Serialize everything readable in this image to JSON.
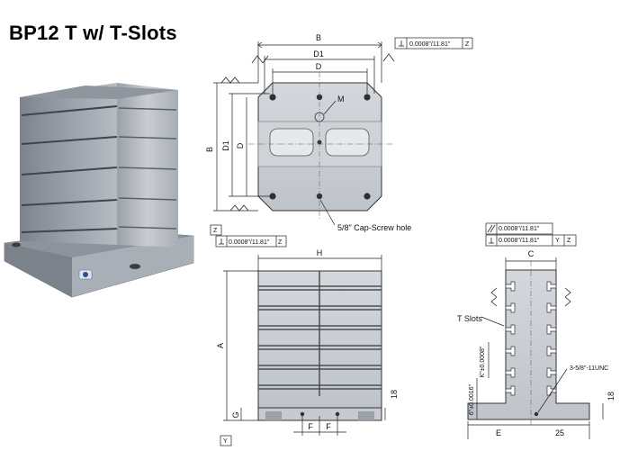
{
  "title": "BP12 T w/ T-Slots",
  "top_view": {
    "dim_B": "B",
    "dim_D1": "D1",
    "dim_D": "D",
    "dim_M": "M",
    "tolerance_flatness": "0.0008\"/11.81\"",
    "datum_Z": "Z",
    "datum_label_Z": "Z",
    "cap_screw_note": "5/8\" Cap-Screw hole"
  },
  "front_view": {
    "dim_H": "H",
    "dim_A": "A",
    "dim_G": "G",
    "dim_F": "F",
    "dim_18": "18",
    "datum_Y": "Y"
  },
  "side_view": {
    "dim_C": "C",
    "dim_E": "E",
    "dim_25": "25",
    "dim_18": "18",
    "t_slots_label": "T Slots",
    "k_tol": "K\"±0.0008\"",
    "six_tol": "6\"±0.0016\"",
    "unc_note": "3-5/8\"-11UNC",
    "tol_parallel": "0.0008\"/11.81\"",
    "tol_perp": "0.0008\"/11.81\"",
    "datum_Y": "Y",
    "datum_Z": "Z"
  },
  "colors": {
    "metal_top": "#aab0b8",
    "metal_body": "#c8ccd2",
    "metal_dark": "#6b727b",
    "line": "#222222"
  }
}
